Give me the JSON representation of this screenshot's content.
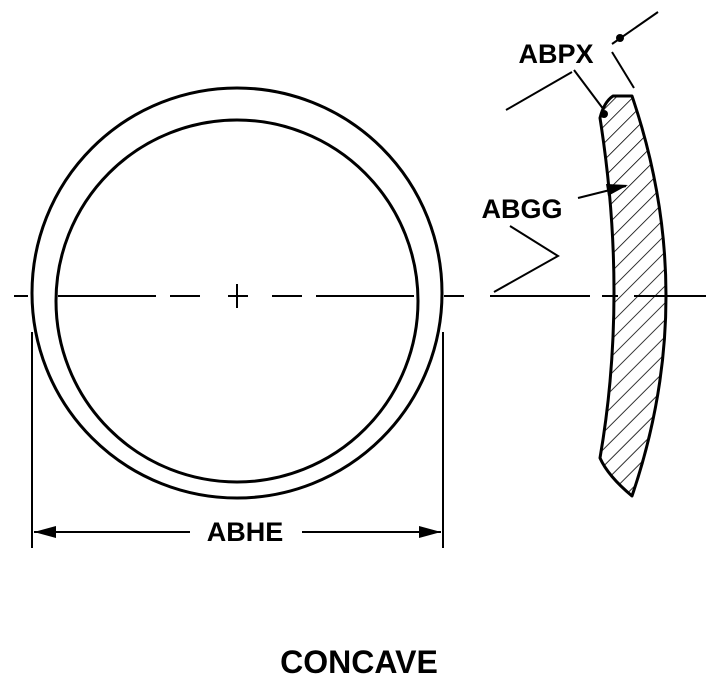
{
  "labels": {
    "diameter": "ABHE",
    "thickness_top": "ABPX",
    "radius": "ABGG",
    "caption": "CONCAVE"
  },
  "colors": {
    "line": "#000000",
    "background": "#ffffff"
  }
}
